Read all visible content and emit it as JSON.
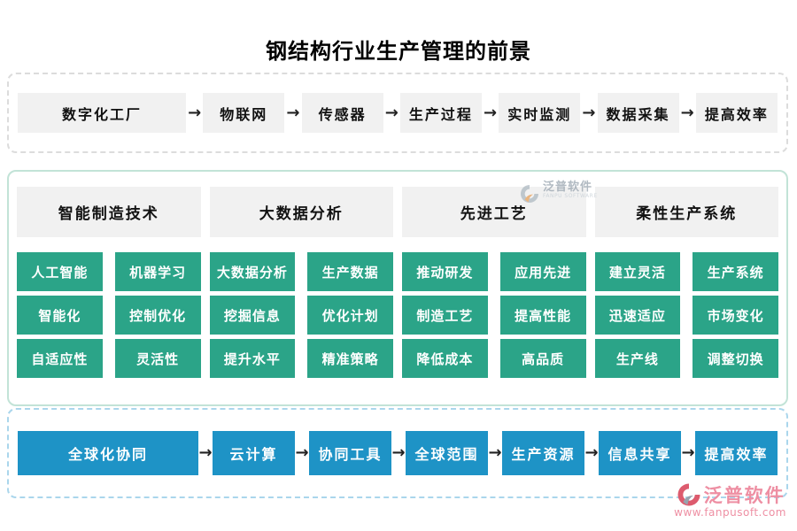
{
  "title": "钢结构行业生产管理的前景",
  "top_flow": {
    "items": [
      "数字化工厂",
      "物联网",
      "传感器",
      "生产过程",
      "实时监测",
      "数据采集",
      "提高效率"
    ]
  },
  "middle": {
    "columns": [
      {
        "header": "智能制造技术",
        "cells": [
          "人工智能",
          "机器学习",
          "智能化",
          "控制优化",
          "自适应性",
          "灵活性"
        ]
      },
      {
        "header": "大数据分析",
        "cells": [
          "大数据分析",
          "生产数据",
          "挖掘信息",
          "优化计划",
          "提升水平",
          "精准策略"
        ]
      },
      {
        "header": "先进工艺",
        "cells": [
          "推动研发",
          "应用先进",
          "制造工艺",
          "提高性能",
          "降低成本",
          "高品质"
        ]
      },
      {
        "header": "柔性生产系统",
        "cells": [
          "建立灵活",
          "生产系统",
          "迅速适应",
          "市场变化",
          "生产线",
          "调整切换"
        ]
      }
    ]
  },
  "bottom_flow": {
    "items": [
      "全球化协同",
      "云计算",
      "协同工具",
      "全球范围",
      "生产资源",
      "信息共享",
      "提高效率"
    ]
  },
  "icons": {
    "arrow": "→"
  },
  "watermark_center": {
    "brand": "泛普软件",
    "brand_en": "FANPU SOFTWARE"
  },
  "watermark_corner": {
    "brand": "泛普软件",
    "url": "www.fanpusoft.com"
  },
  "colors": {
    "green": "#2ba488",
    "blue": "#1e93c6",
    "gray_box": "#f1f1f1",
    "section_top_border": "#dcdcdc",
    "section_middle_border": "#c2e3d7",
    "section_bottom_border": "#aad6ec",
    "watermark_pink": "#ee8fa3",
    "arrow": "#222222"
  }
}
